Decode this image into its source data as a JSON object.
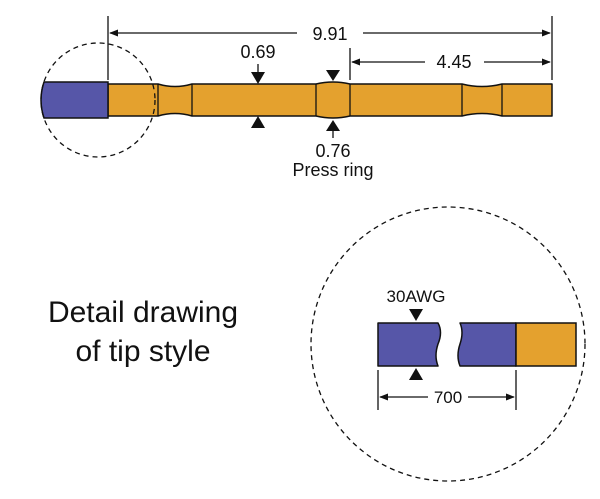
{
  "colors": {
    "pin_body": "#E4A12E",
    "tip": "#5656A8",
    "outline": "#111111",
    "background": "#FFFFFF"
  },
  "dimensions": {
    "overall_length": "9.91",
    "press_ring_offset": "4.45",
    "neck_diameter": "0.69",
    "press_ring_diameter": "0.76",
    "press_ring_label": "Press ring"
  },
  "detail": {
    "title_line1": "Detail drawing",
    "title_line2": "of tip style",
    "wire_gauge": "30AWG",
    "tip_length": "700"
  }
}
